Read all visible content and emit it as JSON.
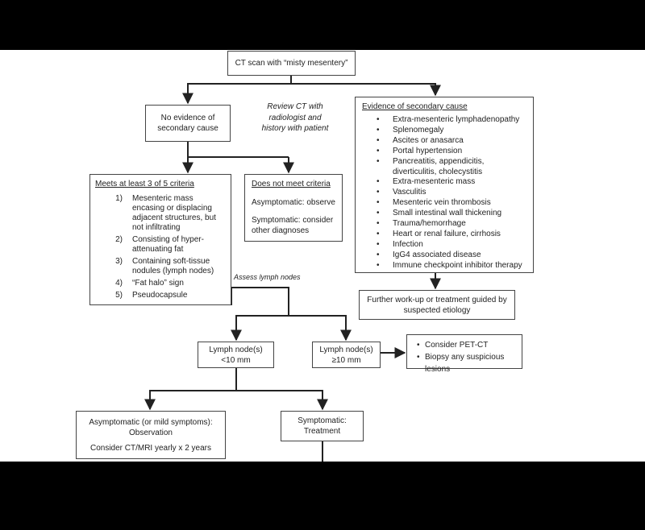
{
  "start": {
    "label": "CT scan with “misty mesentery”"
  },
  "no_evidence": {
    "label": "No evidence of secondary cause"
  },
  "review_note": {
    "text": "Review CT with radiologist and history with patient"
  },
  "evidence": {
    "title": "Evidence of secondary cause",
    "items": [
      "Extra-mesenteric lymphadenopathy",
      "Splenomegaly",
      "Ascites or anasarca",
      "Portal hypertension",
      "Pancreatitis, appendicitis, diverticulitis, cholecystitis",
      "Extra-mesenteric mass",
      "Vasculitis",
      "Mesenteric vein thrombosis",
      "Small intestinal wall thickening",
      "Trauma/hemorrhage",
      "Heart or renal failure, cirrhosis",
      "Infection",
      "IgG4 associated disease",
      "Immune checkpoint inhibitor therapy"
    ]
  },
  "further_workup": {
    "label": "Further work-up or treatment guided by suspected etiology"
  },
  "criteria": {
    "title": "Meets at least 3 of 5 criteria",
    "items": [
      {
        "num": "1)",
        "text": "Mesenteric mass encasing or displacing adjacent structures, but not infiltrating"
      },
      {
        "num": "2)",
        "text": "Consisting of hyper-attenuating fat"
      },
      {
        "num": "3)",
        "text": "Containing soft-tissue nodules (lymph nodes)"
      },
      {
        "num": "4)",
        "text": "“Fat halo” sign"
      },
      {
        "num": "5)",
        "text": "Pseudocapsule"
      }
    ]
  },
  "not_meet": {
    "title": "Does not meet criteria",
    "asymptomatic": "Asymptomatic: observe",
    "symptomatic": "Symptomatic: consider other diagnoses"
  },
  "assess_note": {
    "text": "Assess lymph nodes"
  },
  "ln_small": {
    "line1": "Lymph node(s)",
    "line2": "<10 mm"
  },
  "ln_large": {
    "line1": "Lymph node(s)",
    "line2": "≥10 mm"
  },
  "pet": {
    "items": [
      "Consider PET-CT",
      "Biopsy any suspicious lesions"
    ]
  },
  "asymptomatic": {
    "line1": "Asymptomatic (or mild symptoms):",
    "line2": "Observation",
    "line3": "Consider CT/MRI yearly x 2 years"
  },
  "symptomatic": {
    "line1": "Symptomatic:",
    "line2": "Treatment"
  }
}
